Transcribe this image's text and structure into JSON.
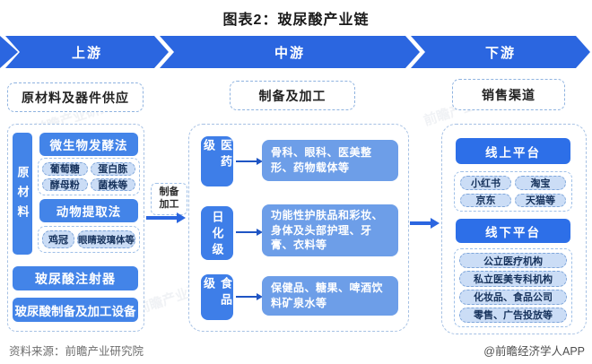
{
  "title": "图表2：玻尿酸产业链",
  "banner": {
    "upstream": "上游",
    "midstream": "中游",
    "downstream": "下游"
  },
  "upstream": {
    "header": "原材料及器件供应",
    "side_label": "原材料",
    "method1": {
      "label": "微生物发酵法",
      "items": [
        "葡萄糖",
        "蛋白胨",
        "酵母粉",
        "菌株等"
      ]
    },
    "method2": {
      "label": "动物提取法",
      "items": [
        "鸡冠",
        "眼睛玻璃体等"
      ]
    },
    "device1": "玻尿酸注射器",
    "device2": "玻尿酸制备及加工设备"
  },
  "connector": {
    "line1": "制备",
    "line2": "加工"
  },
  "midstream": {
    "header": "制备及加工",
    "rows": [
      {
        "grade": "医药级",
        "applications": "骨科、眼科、医美整形、药物载体等"
      },
      {
        "grade": "日化级",
        "applications": "功能性护肤品和彩妆、身体及头部护理、牙膏、衣料等"
      },
      {
        "grade": "食品级",
        "applications": "保健品、糖果、啤酒饮料矿泉水等"
      }
    ]
  },
  "downstream": {
    "header": "销售渠道",
    "online": {
      "label": "线上平台",
      "items": [
        "小红书",
        "淘宝",
        "京东",
        "天猫等"
      ]
    },
    "offline": {
      "label": "线下平台",
      "items": [
        "公立医疗机构",
        "私立医美专科机构",
        "化妆品、食品公司",
        "零售、广告投放等"
      ]
    }
  },
  "footer": {
    "source": "资料来源：前瞻产业研究院",
    "credit": "@前瞻经济学人APP"
  },
  "watermark": "前瞻产业研究院",
  "colors": {
    "banner_blue": "#2B66E0",
    "box_blue": "#4384E8",
    "grade_blue": "#3E7EE8",
    "content_blue": "#6D9EE8",
    "platform_blue": "#2D6FE8",
    "pill_blue": "#CBDDF6",
    "dash_border": "#9FC0E8"
  }
}
